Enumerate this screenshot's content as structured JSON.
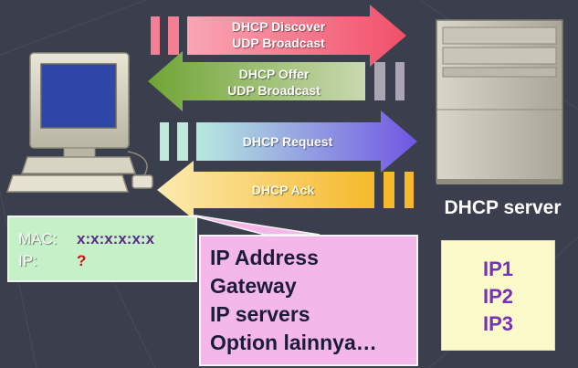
{
  "messages": [
    {
      "line1": "DHCP Discover",
      "line2": "UDP Broadcast",
      "direction": "to-server",
      "color": "#f6738a"
    },
    {
      "line1": "DHCP Offer",
      "line2": "UDP Broadcast",
      "direction": "to-client",
      "color": "#84b84a"
    },
    {
      "line1": "DHCP Request",
      "line2": "",
      "direction": "to-server",
      "color": "#7f6fe6"
    },
    {
      "line1": "DHCP Ack",
      "line2": "",
      "direction": "to-client",
      "color": "#f5c84a"
    }
  ],
  "server": {
    "caption": "DHCP server"
  },
  "client_box": {
    "mac_label": "MAC:",
    "mac_value": "x:x:x:x:x:x",
    "ip_label": "IP:",
    "ip_value": "?"
  },
  "info_box": {
    "lines": [
      "IP Address",
      "Gateway",
      "IP servers",
      "Option lainnya…"
    ]
  },
  "ip_pool": [
    "IP1",
    "IP2",
    "IP3"
  ],
  "colors": {
    "background": "#3b3e4c",
    "client_box": "#c5f0c8",
    "info_box": "#f4b7ea",
    "ip_pool": "#fafacb"
  }
}
